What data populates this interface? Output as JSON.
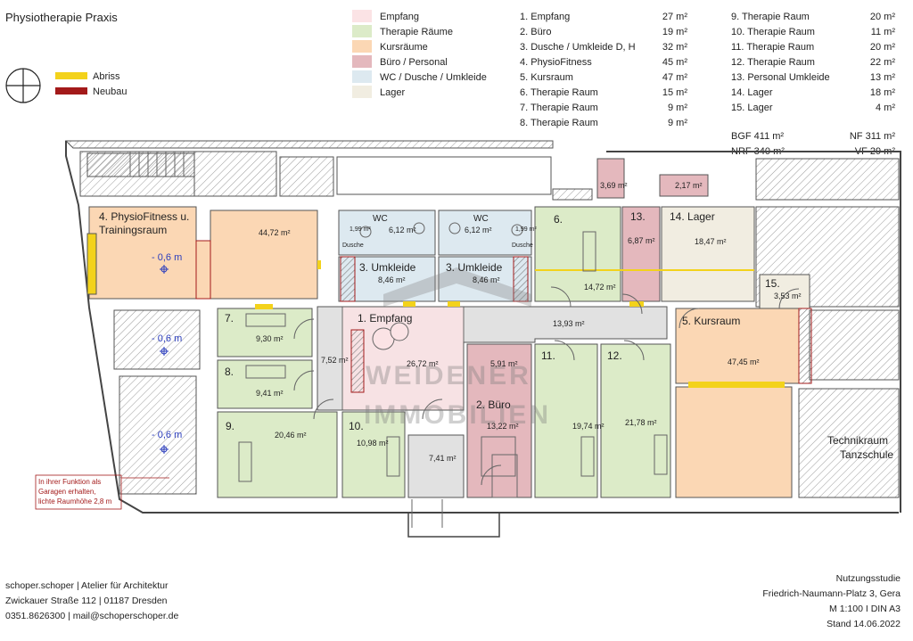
{
  "title": "Physiotherapie Praxis",
  "marker_legend": [
    {
      "label": "Abriss",
      "color": "#f3d21b"
    },
    {
      "label": "Neubau",
      "color": "#a31a1a"
    }
  ],
  "category_legend": [
    {
      "label": "Empfang",
      "color": "#fbe3e5"
    },
    {
      "label": "Therapie Räume",
      "color": "#dcebc8"
    },
    {
      "label": "Kursräume",
      "color": "#fbd7b4"
    },
    {
      "label": "Büro / Personal",
      "color": "#e4b8bd"
    },
    {
      "label": "WC / Dusche / Umkleide",
      "color": "#dde9f0"
    },
    {
      "label": "Lager",
      "color": "#f1ede1"
    }
  ],
  "rooms_col1": [
    {
      "name": "1. Empfang",
      "area": "27 m²"
    },
    {
      "name": "2. Büro",
      "area": "19 m²"
    },
    {
      "name": "3. Dusche / Umkleide D, H",
      "area": "32 m²"
    },
    {
      "name": "4. PhysioFitness",
      "area": "45 m²"
    },
    {
      "name": "5. Kursraum",
      "area": "47 m²"
    },
    {
      "name": "6. Therapie Raum",
      "area": "15 m²"
    },
    {
      "name": "7. Therapie Raum",
      "area": "9 m²"
    },
    {
      "name": "8. Therapie Raum",
      "area": "9 m²"
    }
  ],
  "rooms_col2": [
    {
      "name": "9. Therapie Raum",
      "area": "20 m²"
    },
    {
      "name": "10. Therapie Raum",
      "area": "11 m²"
    },
    {
      "name": "11. Therapie Raum",
      "area": "20 m²"
    },
    {
      "name": "12. Therapie Raum",
      "area": "22 m²"
    },
    {
      "name": "13. Personal Umkleide",
      "area": "13 m²"
    },
    {
      "name": "14. Lager",
      "area": "18 m²"
    },
    {
      "name": "15. Lager",
      "area": "4 m²"
    }
  ],
  "totals": {
    "bgf": "BGF 411 m²",
    "nrf": "NRF 340 m²",
    "nf": "NF  311 m²",
    "vf": "VF 29 m²"
  },
  "plan": {
    "room_labels": {
      "r4": "4. PhysioFitness u.",
      "r4b": "Trainingsraum",
      "r3a": "3. Umkleide",
      "r3b": "3. Umkleide",
      "wc1": "WC",
      "wc2": "WC",
      "dusche1": "Dusche",
      "dusche2": "Dusche",
      "r6": "6.",
      "r13": "13.",
      "r14": "14. Lager",
      "r15": "15.",
      "r1": "1. Empfang",
      "r5": "5. Kursraum",
      "r7": "7.",
      "r8": "8.",
      "r9": "9.",
      "r10": "10.",
      "r11": "11.",
      "r12": "12.",
      "r2": "2. Büro",
      "technik": "Technikraum",
      "technik2": "Tanzschule"
    },
    "areas": {
      "r4": "44,72 m²",
      "wc1": "6,12 m²",
      "wc2": "6,12 m²",
      "dusche1": "1,99 m²",
      "dusche2": "1,99 m²",
      "r3a": "8,46 m²",
      "r3b": "8,46 m²",
      "r6": "14,72 m²",
      "r13": "6,87 m²",
      "r14": "18,47 m²",
      "r15": "3,53 m²",
      "small1": "3,69 m²",
      "small2": "2,17 m²",
      "corridor": "13,93 m²",
      "r1": "26,72 m²",
      "flur": "7,52 m²",
      "r7": "9,30 m²",
      "r8": "9,41 m²",
      "r9": "20,46 m²",
      "r10": "10,98 m²",
      "entry": "7,41 m²",
      "r2": "13,22 m²",
      "r2b": "5,91 m²",
      "r11": "19,74 m²",
      "r12": "21,78 m²",
      "r5": "47,45 m²"
    },
    "levels": [
      "- 0,6 m",
      "- 0,6 m",
      "- 0,6 m"
    ],
    "note": [
      "In ihrer Funktion als",
      "Garagen erhalten,",
      "lichte Raumhöhe 2,8 m"
    ],
    "watermark": "WEIDENER IMMOBILIEN"
  },
  "footer_left": [
    "schoper.schoper | Atelier für Architektur",
    "Zwickauer Straße 112 | 01187 Dresden",
    "0351.8626300 | mail@schoperschoper.de"
  ],
  "footer_right": [
    "Nutzungsstudie",
    "Friedrich-Naumann-Platz 3, Gera",
    "M 1:100 I DIN A3",
    "Stand 14.06.2022"
  ]
}
